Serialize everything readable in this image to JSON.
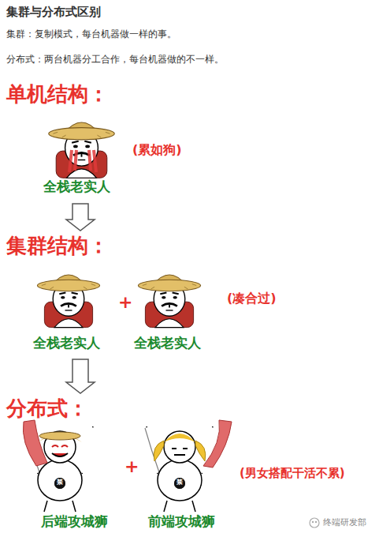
{
  "diagram": {
    "title": "集群与分布式区别",
    "nodes": [
      {
        "text": [
          "单机结构："
        ]
      },
      {
        "text": [
          "集群结构："
        ]
      },
      {
        "text": [
          "分布式："
        ]
      }
    ],
    "edges": [
      {
        "from": 0,
        "to": 1,
        "arrow": "to"
      },
      {
        "from": 1,
        "to": 2,
        "arrow": "to"
      }
    ],
    "labels": [
      "集群：复制模式，每台机器做一样的事。",
      "分布式：两台机器分工合作，每台机器做的不一样。",
      "全栈老实人",
      "(累如狗)",
      "全栈老实人",
      "+",
      "全栈老实人",
      "(凑合过)",
      "后端攻城狮",
      "+",
      "前端攻城狮",
      "(男女搭配干活不累)",
      "禁",
      "禁",
      "终端研发部"
    ]
  }
}
